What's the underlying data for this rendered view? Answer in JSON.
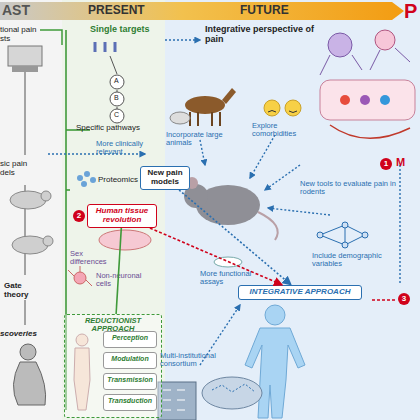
{
  "diagram": {
    "nodes": [
      {
        "text": [
          "REDUCTIONIST APPROACH"
        ]
      },
      {
        "text": [
          "Perception"
        ],
        "in": 0
      },
      {
        "text": [
          "Modulation"
        ],
        "in": 0
      },
      {
        "text": [
          "Transmission"
        ],
        "in": 0
      },
      {
        "text": [
          "Transduction"
        ],
        "in": 0
      },
      {
        "text": [
          "New pain models"
        ]
      },
      {
        "text": [
          "INTEGRATIVE APPROACH"
        ]
      },
      {
        "text": [
          "Human tissue revolution"
        ]
      }
    ],
    "edges": [
      {
        "from": 7,
        "to": 6,
        "arrow": "to"
      },
      {
        "from": 5,
        "to": 6,
        "arrow": "to"
      },
      {
        "from": 7,
        "to": 0,
        "arrow": "none"
      }
    ],
    "labels": [
      "AST",
      "PRESENT",
      "FUTURE",
      "P",
      "tional pain",
      "sts",
      "Single targets",
      "Specific pathways",
      "Integrative perspective of pain",
      "Incorporate large animals",
      "Explore comorbidities",
      "More clinically relevant",
      "sic pain",
      "dels",
      "Proteomics",
      "2",
      "Sex differences",
      "Non-neuronal cells",
      "Gate theory",
      "More functional assays",
      "New tools to evaluate pain in rodents",
      "Include demographic variables",
      "Multi-institutional consortium",
      "scoveries",
      "1",
      "M",
      "3",
      "A",
      "B",
      "C"
    ]
  }
}
